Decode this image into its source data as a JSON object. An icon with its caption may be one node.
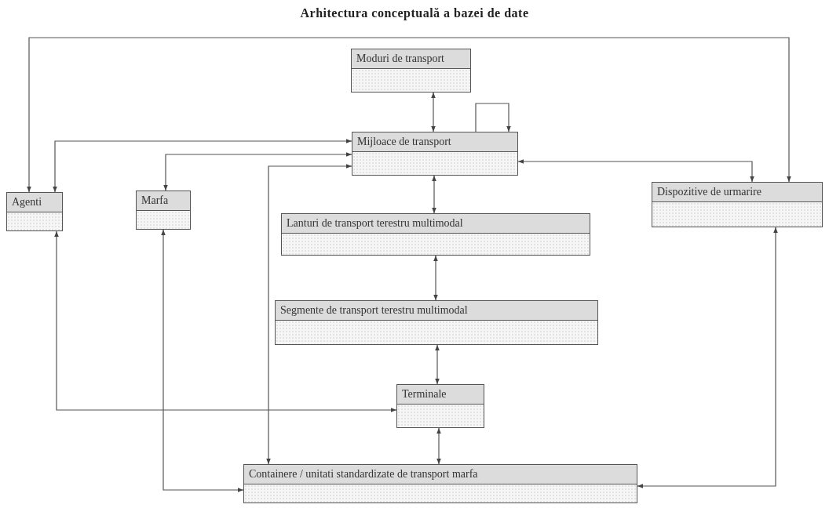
{
  "diagram": {
    "title": "Arhitectura conceptuală a bazei de date",
    "nodes": [
      {
        "text": [
          "Moduri de transport"
        ]
      },
      {
        "text": [
          "Mijloace de transport"
        ]
      },
      {
        "text": [
          "Agenti"
        ]
      },
      {
        "text": [
          "Marfa"
        ]
      },
      {
        "text": [
          "Dispozitive de urmarire"
        ]
      },
      {
        "text": [
          "Lanturi de transport terestru multimodal"
        ]
      },
      {
        "text": [
          "Segmente de transport terestru multimodal"
        ]
      },
      {
        "text": [
          "Terminale"
        ]
      },
      {
        "text": [
          "Containere / unitati standardizate de transport marfa"
        ]
      }
    ],
    "edges": [
      {
        "from": 0,
        "to": 1,
        "arrow": "both"
      },
      {
        "from": 1,
        "to": 1,
        "arrow": "to"
      },
      {
        "from": 2,
        "to": 1,
        "arrow": "both"
      },
      {
        "from": 3,
        "to": 1,
        "arrow": "both"
      },
      {
        "from": 8,
        "to": 1,
        "arrow": "both"
      },
      {
        "from": 2,
        "to": 4,
        "arrow": "both"
      },
      {
        "from": 1,
        "to": 4,
        "arrow": "both"
      },
      {
        "from": 1,
        "to": 5,
        "arrow": "both"
      },
      {
        "from": 5,
        "to": 6,
        "arrow": "both"
      },
      {
        "from": 6,
        "to": 7,
        "arrow": "both"
      },
      {
        "from": 7,
        "to": 8,
        "arrow": "both"
      },
      {
        "from": 2,
        "to": 7,
        "arrow": "both"
      },
      {
        "from": 3,
        "to": 8,
        "arrow": "both"
      },
      {
        "from": 4,
        "to": 8,
        "arrow": "both"
      }
    ]
  }
}
